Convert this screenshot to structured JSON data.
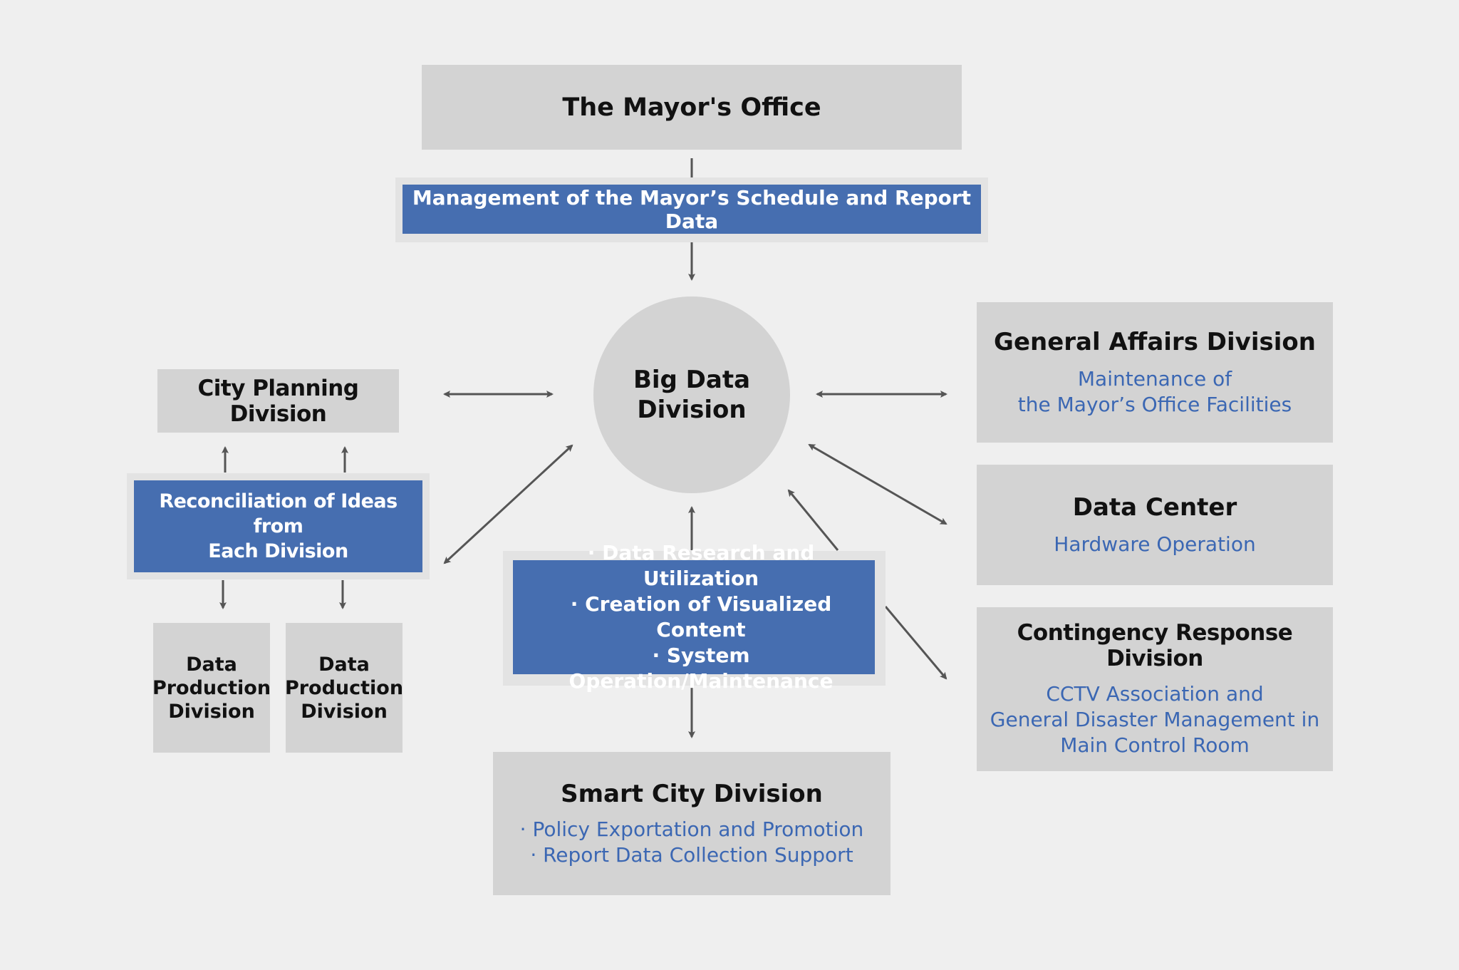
{
  "diagram": {
    "mayor_office": {
      "title": "The Mayor's Office"
    },
    "mayor_band": {
      "label": "Management of the Mayor’s Schedule and Report Data"
    },
    "big_data": {
      "title_line1": "Big Data",
      "title_line2": "Division"
    },
    "city_planning": {
      "title": "City Planning Division"
    },
    "reconciliation": {
      "label": "Reconciliation of Ideas from\nEach Division"
    },
    "data_production": [
      {
        "title": "Data\nProduction\nDivision"
      },
      {
        "title": "Data\nProduction\nDivision"
      }
    ],
    "big_data_tasks": [
      "· Data Research and Utilization",
      "· Creation of Visualized Content",
      "· System Operation/Maintenance"
    ],
    "smart_city": {
      "title": "Smart City Division",
      "items": [
        "· Policy Exportation and Promotion",
        "· Report Data Collection Support"
      ]
    },
    "general_affairs": {
      "title": "General Affairs Division",
      "desc": "Maintenance of\nthe Mayor’s Office Facilities"
    },
    "data_center": {
      "title": "Data Center",
      "desc": "Hardware Operation"
    },
    "contingency": {
      "title": "Contingency Response Division",
      "desc": "CCTV Association and\nGeneral Disaster Management in\nMain Control Room"
    }
  },
  "colors": {
    "background": "#efefef",
    "box_gray": "#d3d3d3",
    "band_blue": "#466eb0",
    "text_blue": "#3b67b3",
    "arrow": "#555555"
  }
}
